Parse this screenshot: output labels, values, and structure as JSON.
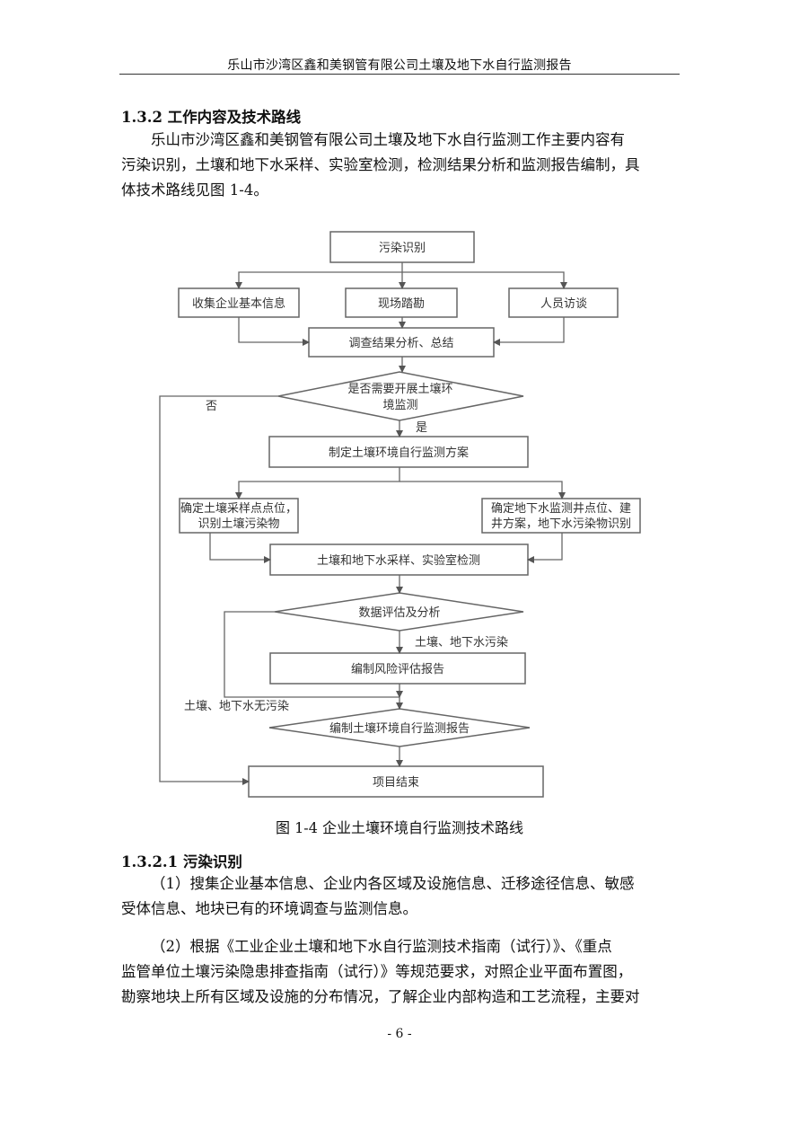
{
  "header": {
    "title": "乐山市沙湾区鑫和美钢管有限公司土壤及地下水自行监测报告"
  },
  "section_132": {
    "heading": "1.3.2 工作内容及技术路线",
    "lines": [
      "乐山市沙湾区鑫和美钢管有限公司土壤及地下水自行监测工作主要内容有",
      "污染识别，土壤和地下水采样、实验室检测，检测结果分析和监测报告编制，具",
      "体技术路线见图 1-4。"
    ]
  },
  "flowchart": {
    "pollution_id": "污染识别",
    "collect_info": "收集企业基本信息",
    "site_survey": "现场踏勘",
    "interview": "人员访谈",
    "analysis_summary": "调查结果分析、总结",
    "decision_line1": "是否需要开展土壤环",
    "decision_line2": "境监测",
    "yes_label": "是",
    "no_label": "否",
    "plan": "制定土壤环境自行监测方案",
    "soil_points_line1": "确定土壤采样点点位，",
    "soil_points_line2": "识别土壤污染物",
    "gw_wells_line1": "确定地下水监测井点位、建",
    "gw_wells_line2": "井方案，地下水污染物识别",
    "sampling": "土壤和地下水采样、实验室检测",
    "data_eval": "数据评估及分析",
    "polluted_label": "土壤、地下水污染",
    "risk_report": "编制风险评估报告",
    "not_polluted_label": "土壤、地下水无污染",
    "monitor_report": "编制土壤环境自行监测报告",
    "project_end": "项目结束"
  },
  "figure_caption": "图 1-4  企业土壤环境自行监测技术路线",
  "section_1321": {
    "heading": "1.3.2.1 污染识别",
    "p1_lines": [
      "（1）搜集企业基本信息、企业内各区域及设施信息、迁移途径信息、敏感",
      "受体信息、地块已有的环境调查与监测信息。"
    ],
    "p2_lines": [
      "（2）根据《工业企业土壤和地下水自行监测技术指南（试行）》、《重点",
      "监管单位土壤污染隐患排查指南（试行）》等规范要求，对照企业平面布置图，",
      "勘察地块上所有区域及设施的分布情况，了解企业内部构造和工艺流程，主要对"
    ]
  },
  "page_number": "- 6 -"
}
